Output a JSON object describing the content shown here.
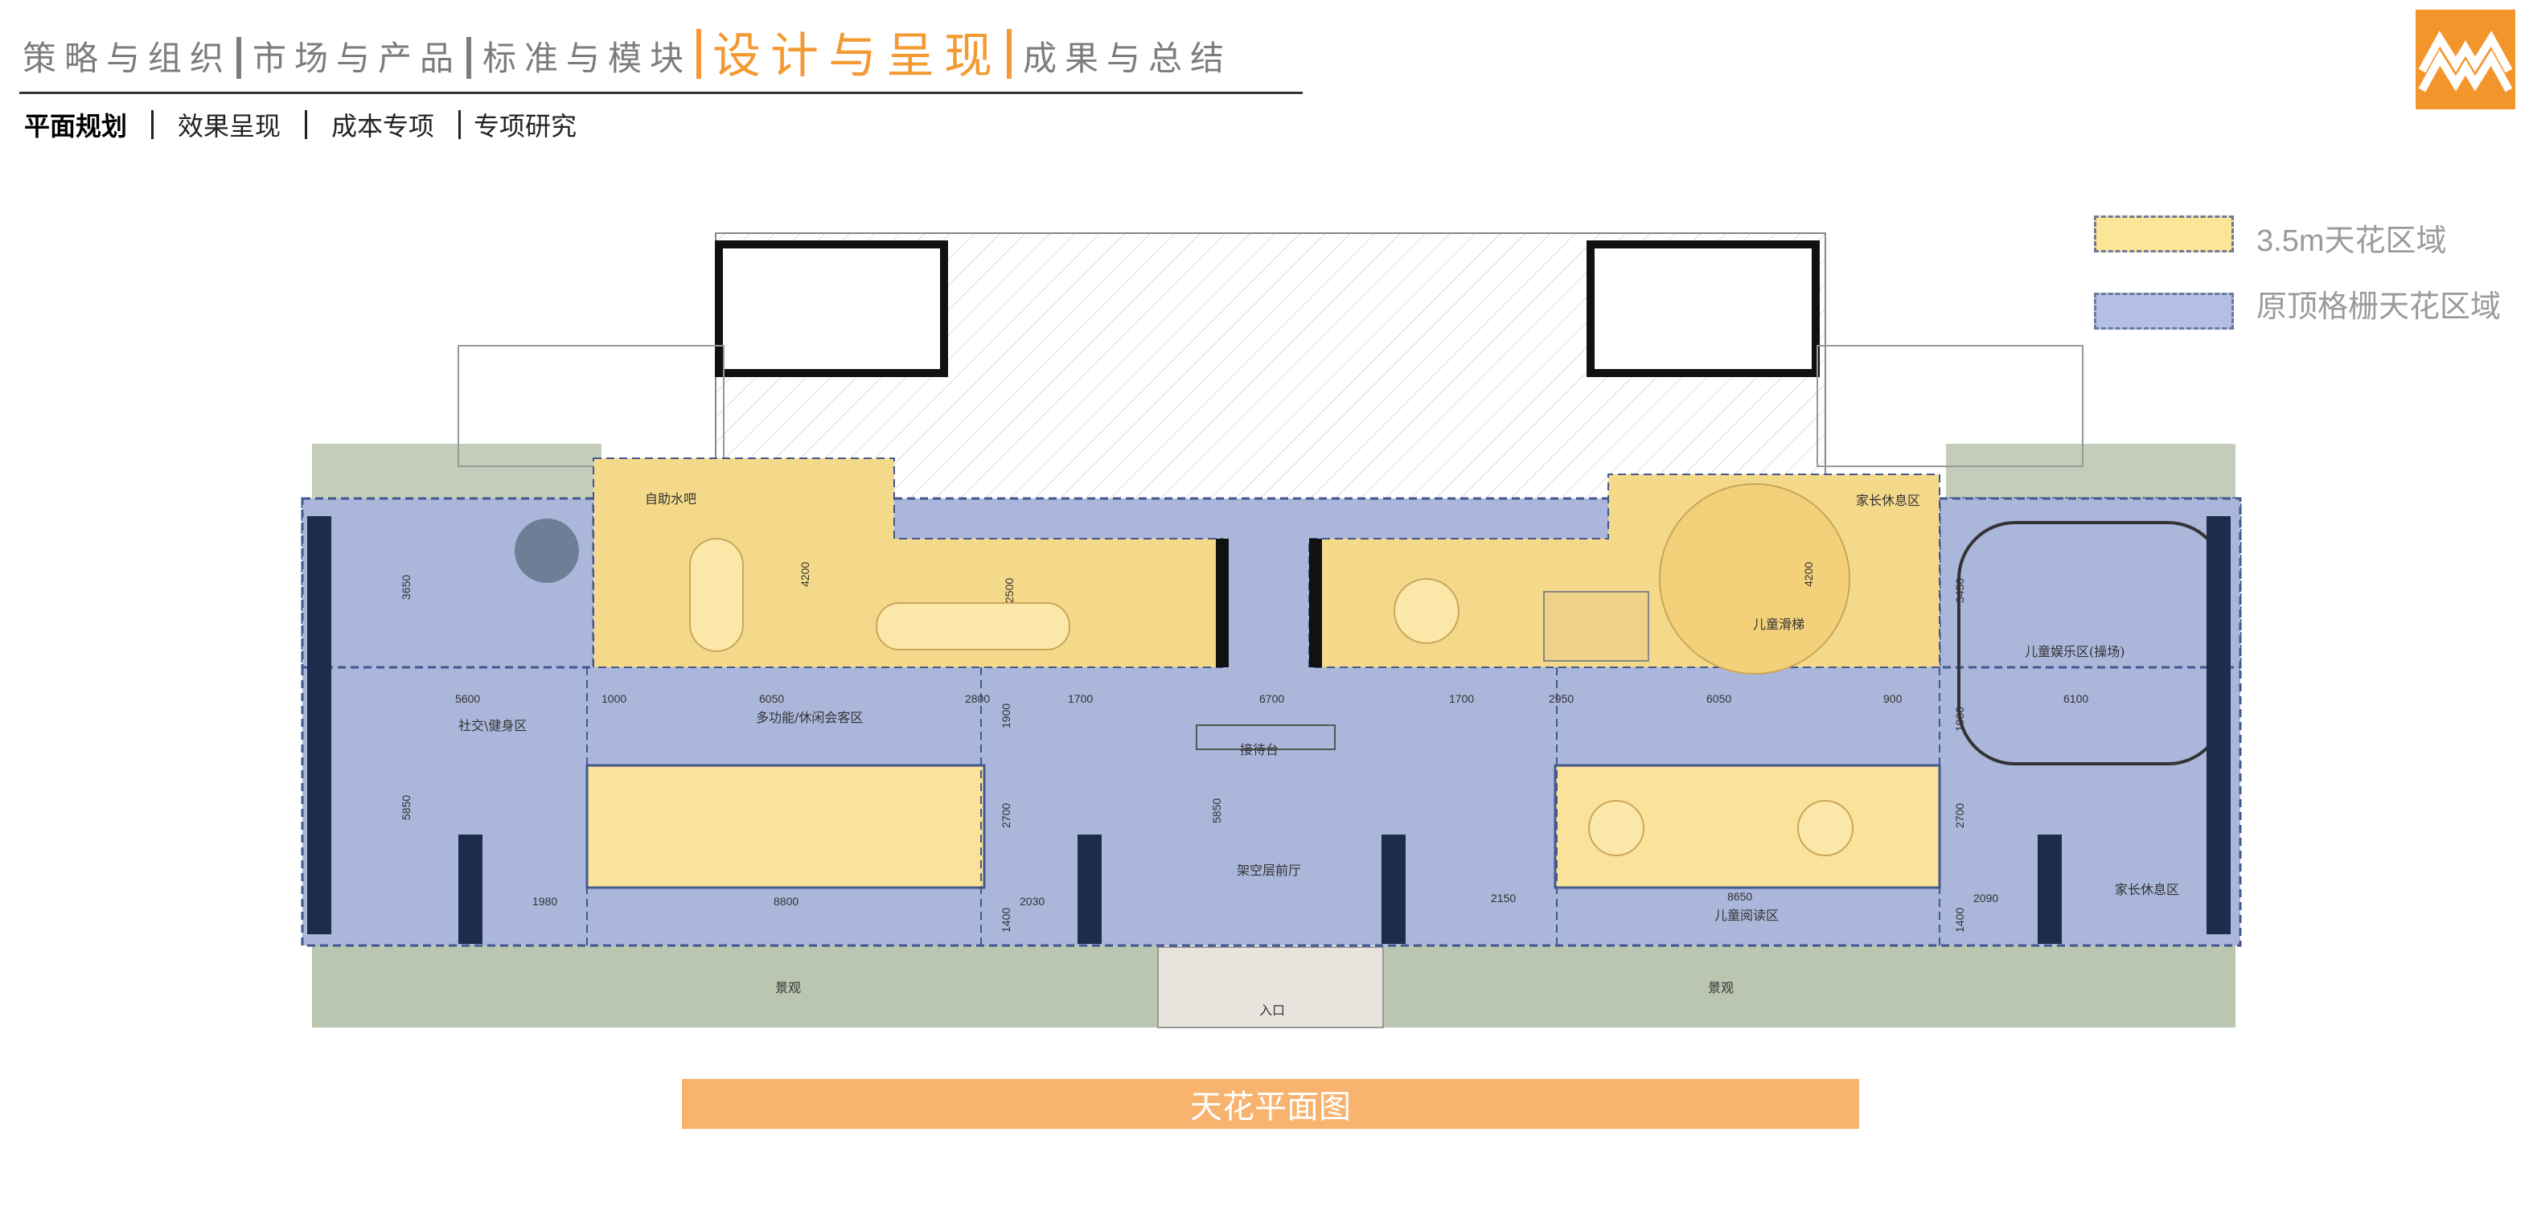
{
  "header": {
    "sections": [
      {
        "label": "策略与组织",
        "active": false
      },
      {
        "label": "市场与产品",
        "active": false
      },
      {
        "label": "标准与模块",
        "active": false
      },
      {
        "label": "设计与呈现",
        "active": true
      },
      {
        "label": "成果与总结",
        "active": false
      }
    ]
  },
  "subnav": {
    "items": [
      {
        "label": "平面规划",
        "active": true
      },
      {
        "label": "效果呈现",
        "active": false
      },
      {
        "label": "成本专项",
        "active": false
      },
      {
        "label": "专项研究",
        "active": false
      }
    ]
  },
  "logo": {
    "icon": "brand-logo-icon",
    "color": "#f4952c"
  },
  "legend": [
    {
      "label": "3.5m天花区域",
      "color": "#fde597"
    },
    {
      "label": "原顶格栅天花区域",
      "color": "#b3c0e4"
    }
  ],
  "plan": {
    "rooms": {
      "bar": "自助水吧",
      "parent_rest_top": "家长休息区",
      "slide": "儿童滑梯",
      "kids_play": "儿童娱乐区(操场)",
      "social_fitness": "社交\\健身区",
      "multi_function": "多功能/休闲会客区",
      "reception": "接待台",
      "lobby": "架空层前厅",
      "kids_reading": "儿童阅读区",
      "parent_rest_bottom": "家长休息区",
      "landscape_left": "景观",
      "landscape_right": "景观",
      "entrance": "入口"
    },
    "dimensions": {
      "d5600": "5600",
      "d1000": "1000",
      "d6050a": "6050",
      "d2800": "2800",
      "d1700a": "1700",
      "d6700": "6700",
      "d1700b": "1700",
      "d2950": "2950",
      "d6050b": "6050",
      "d900": "900",
      "d6100": "6100",
      "d1980": "1980",
      "d8800": "8800",
      "d2030": "2030",
      "d2150": "2150",
      "d8650": "8650",
      "d2090": "2090",
      "v3650": "3650",
      "v5850a": "5850",
      "v4200a": "4200",
      "v2500": "2500",
      "v1900a": "1900",
      "v2700a": "2700",
      "v1400a": "1400",
      "v5850b": "5850",
      "v4200b": "4200",
      "v3450": "3450",
      "v1900b": "1900",
      "v2700b": "2700",
      "v1400b": "1400"
    }
  },
  "caption": "天花平面图"
}
